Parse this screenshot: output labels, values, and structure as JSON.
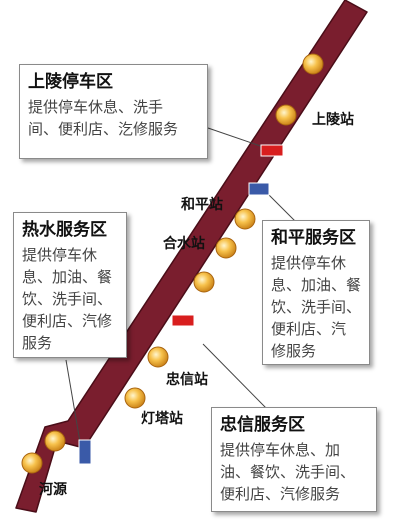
{
  "stations": [
    {
      "id": "shangling",
      "label": "上陵站"
    },
    {
      "id": "heping",
      "label": "和平站"
    },
    {
      "id": "heshui",
      "label": "合水站"
    },
    {
      "id": "zhongxin",
      "label": "忠信站"
    },
    {
      "id": "dengta",
      "label": "灯塔站"
    },
    {
      "id": "heyuan",
      "label": "河源"
    }
  ],
  "service_areas": [
    {
      "id": "shangling",
      "title": "上陵停车区",
      "desc_lines": [
        "提供停车休息、洗手",
        "间、便利店、汔修服务"
      ]
    },
    {
      "id": "heping",
      "title": "和平服务区",
      "desc_lines": [
        "提供停车休",
        "息、加油、餐",
        "饮、洗手间、",
        "便利店、汽",
        "修服务"
      ]
    },
    {
      "id": "reshui",
      "title": "热水服务区",
      "desc_lines": [
        "提供停车休",
        "息、加油、餐",
        "饮、洗手间、",
        "便利店、汽修",
        "服务"
      ]
    },
    {
      "id": "zhongxin",
      "title": "忠信服务区",
      "desc_lines": [
        "提供停车休息、加",
        "油、餐饮、洗手间、",
        "便利店、汽修服务"
      ]
    }
  ],
  "colors": {
    "route": "#7a1e2e",
    "route_edge": "#4a0d18",
    "parking_marker": "#d81e1e",
    "service_marker": "#3a5aa8",
    "station_dot": "#f3b43c",
    "callout_border": "#8a8a8a"
  }
}
